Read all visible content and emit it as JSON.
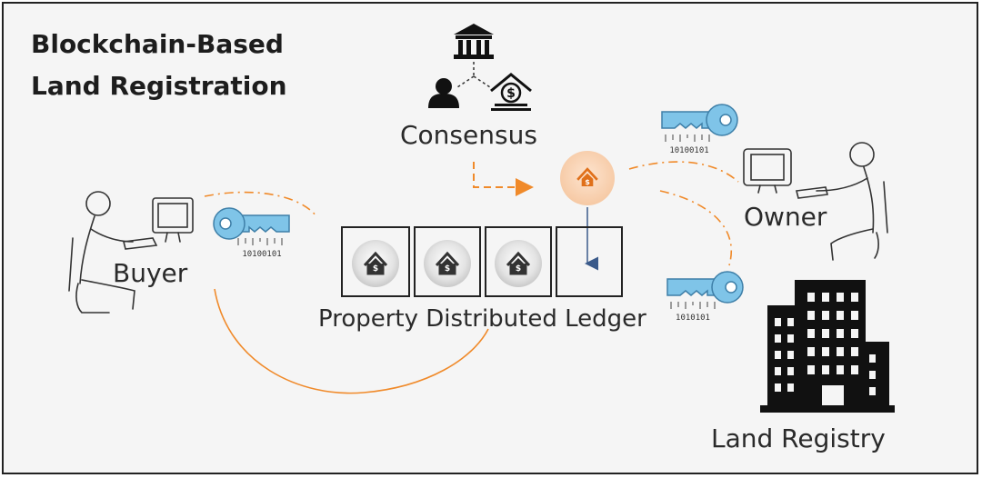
{
  "title": {
    "line1": "Blockchain-Based",
    "line2": "Land Registration"
  },
  "labels": {
    "consensus": "Consensus",
    "buyer": "Buyer",
    "owner": "Owner",
    "ledger": "Property Distributed Ledger",
    "registry": "Land Registry"
  },
  "key_text": {
    "row1": "10100101",
    "row2": "1010101"
  },
  "colors": {
    "accent": "#f08a2a",
    "key": "#7fc4e8",
    "ink": "#1a1a1a",
    "arrow": "#3a5a8a"
  },
  "icons": [
    "bank-icon",
    "person-icon",
    "home-money-icon",
    "key-icon",
    "house-icon",
    "building-icon"
  ]
}
